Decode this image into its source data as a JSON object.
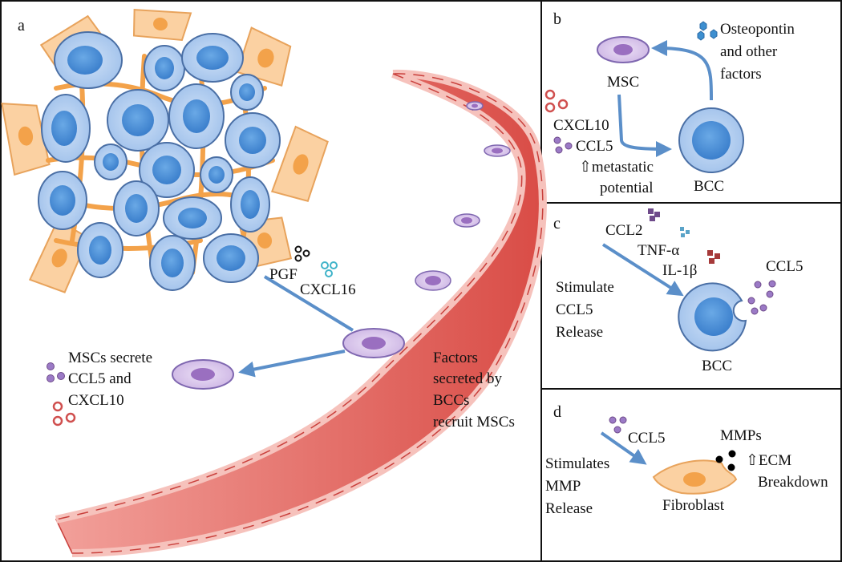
{
  "panels": {
    "a": {
      "letter": "a",
      "pgf_label": "PGF",
      "cxcl16_label": "CXCL16",
      "msc_secrete_lines": [
        "MSCs secrete",
        "CCL5 and",
        "CXCL10"
      ],
      "factors_lines": [
        "Factors",
        "secreted by",
        "BCCs",
        "recruit MSCs"
      ]
    },
    "b": {
      "letter": "b",
      "osteopontin_lines": [
        "Osteopontin",
        "and other",
        "factors"
      ],
      "msc_label": "MSC",
      "cxcl10_label": "CXCL10",
      "ccl5_label": "CCL5",
      "metastatic_lines": [
        "⇧metastatic",
        "potential"
      ],
      "bcc_label": "BCC"
    },
    "c": {
      "letter": "c",
      "ccl2_label": "CCL2",
      "tnf_label": "TNF-α",
      "il1b_label": "IL-1β",
      "ccl5_label": "CCL5",
      "stimulate_lines": [
        "Stimulate",
        "CCL5",
        "Release"
      ],
      "bcc_label": "BCC"
    },
    "d": {
      "letter": "d",
      "ccl5_label": "CCL5",
      "mmps_label": "MMPs",
      "ecm_lines": [
        "⇧ECM",
        "Breakdown"
      ],
      "stimulates_lines": [
        "Stimulates",
        "MMP",
        "Release"
      ],
      "fibroblast_label": "Fibroblast"
    }
  },
  "colors": {
    "tumor_cell_fill": "#a9c9ef",
    "tumor_nucleus": "#4d8fd6",
    "cell_outline": "#4a6fa5",
    "fibroblast_fill": "#fbd1a2",
    "fibroblast_nucleus": "#f3a24a",
    "fibroblast_outline": "#e8a35c",
    "vessel_fill": "#e3625a",
    "vessel_lining": "#f6c2bc",
    "msc_fill": "#d9c6ea",
    "msc_nucleus": "#9a6fc0",
    "arrow": "#5b8fc9",
    "ccl5_dot": "#9b7ac6",
    "cxcl10_ring": "#d0504f",
    "cxcl16_ring": "#3fb3c9",
    "osteopontin_hex": "#3d8fd0",
    "ccl2_square": "#6e4a8a",
    "tnf_square": "#5aa3c8",
    "il1b_square": "#a63a3a"
  }
}
